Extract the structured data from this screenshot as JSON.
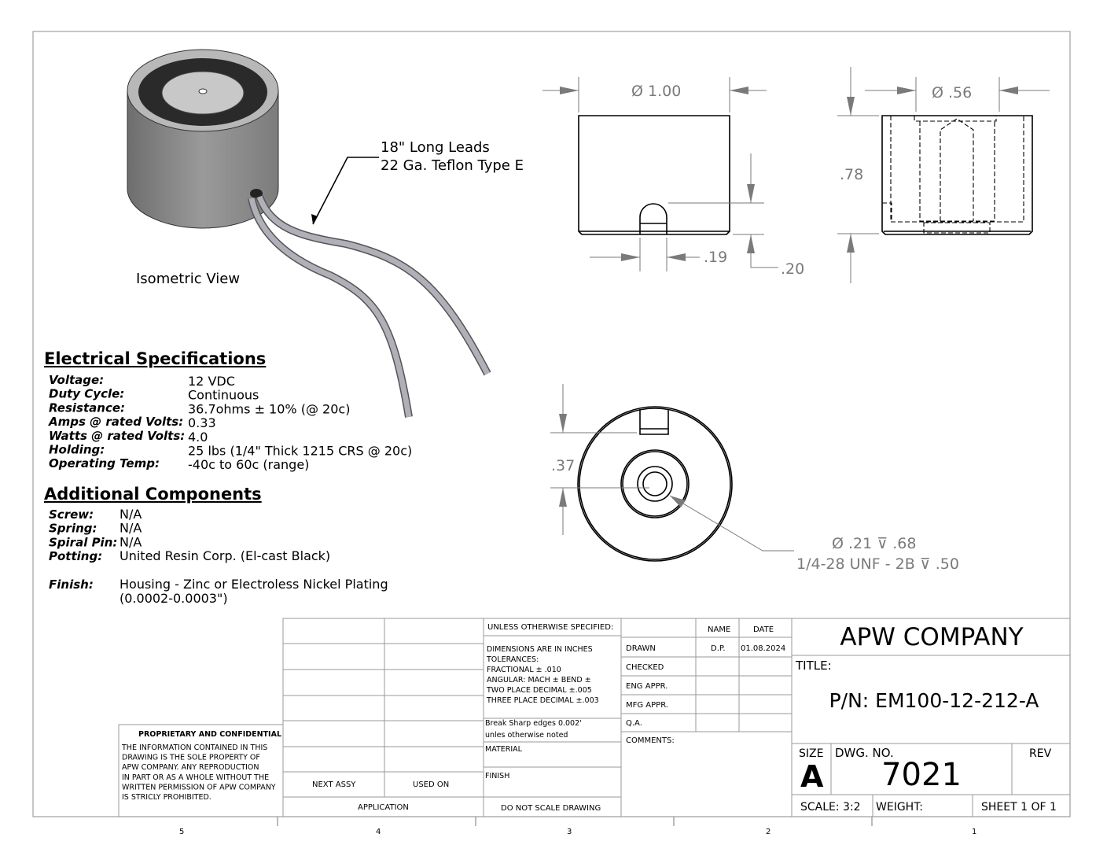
{
  "zones": [
    "5",
    "4",
    "3",
    "2",
    "1"
  ],
  "iso": {
    "view_label": "Isometric View",
    "lead_note_1": "18\" Long Leads",
    "lead_note_2": "22 Ga. Teflon Type E"
  },
  "dims": {
    "front_dia": "Ø 1.00",
    "slot_width": ".19",
    "slot_height": ".20",
    "side_dia": "Ø .56",
    "height": ".78",
    "bottom_offset": ".37",
    "hole_note_1": "Ø .21 ⊽ .68",
    "hole_note_2": "1/4-28 UNF - 2B ⊽ .50"
  },
  "electrical": {
    "heading": "Electrical Specifications",
    "rows": [
      {
        "k": "Voltage:",
        "v": "12 VDC"
      },
      {
        "k": "Duty Cycle:",
        "v": "Continuous"
      },
      {
        "k": "Resistance:",
        "v": "36.7ohms ± 10% (@ 20c)"
      },
      {
        "k": "Amps @ rated Volts:",
        "v": "0.33"
      },
      {
        "k": "Watts @ rated Volts:",
        "v": "4.0"
      },
      {
        "k": "Holding:",
        "v": "25 lbs (1/4\" Thick 1215 CRS @ 20c)"
      },
      {
        "k": "Operating Temp:",
        "v": "-40c to 60c (range)"
      }
    ]
  },
  "additional": {
    "heading": "Additional Components",
    "rows": [
      {
        "k": "Screw:",
        "v": "N/A"
      },
      {
        "k": "Spring:",
        "v": "N/A"
      },
      {
        "k": "Spiral Pin:",
        "v": "N/A"
      },
      {
        "k": "Potting:",
        "v": "United Resin Corp. (El-cast Black)"
      }
    ],
    "finish_k": "Finish:",
    "finish_v1": "Housing - Zinc or Electroless Nickel Plating",
    "finish_v2": "(0.0002-0.0003\")"
  },
  "title_block": {
    "proprietary_title": "PROPRIETARY AND CONFIDENTIAL",
    "proprietary_lines": [
      "THE INFORMATION CONTAINED IN THIS",
      "DRAWING IS THE SOLE PROPERTY OF",
      "APW COMPANY.  ANY REPRODUCTION",
      "IN PART OR AS A WHOLE WITHOUT THE",
      "WRITTEN PERMISSION OF APW COMPANY",
      "IS STRICLY PROHIBITED."
    ],
    "next_assy": "NEXT ASSY",
    "used_on": "USED ON",
    "application": "APPLICATION",
    "unless": "UNLESS OTHERWISE SPECIFIED:",
    "tolerances": [
      "DIMENSIONS ARE IN INCHES",
      "TOLERANCES:",
      "FRACTIONAL ± .010",
      "ANGULAR: MACH ±     BEND ±",
      "TWO PLACE DECIMAL    ±.005",
      "THREE PLACE DECIMAL   ±.003"
    ],
    "break_edges_1": "Break Sharp edges 0.002'",
    "break_edges_2": "unles otherwise noted",
    "material": "MATERIAL",
    "finish": "FINISH",
    "do_not_scale": "DO NOT SCALE DRAWING",
    "name_hdr": "NAME",
    "date_hdr": "DATE",
    "drawn": "DRAWN",
    "drawn_name": "D.P.",
    "drawn_date": "01.08.2024",
    "checked": "CHECKED",
    "eng_appr": "ENG APPR.",
    "mfg_appr": "MFG APPR.",
    "qa": "Q.A.",
    "comments": "COMMENTS:",
    "company": "APW COMPANY",
    "title_label": "TITLE:",
    "part_number": "P/N: EM100-12-212-A",
    "size_label": "SIZE",
    "size": "A",
    "dwg_no_label": "DWG.  NO.",
    "dwg_no": "7021",
    "rev_label": "REV",
    "scale": "SCALE: 3:2",
    "weight": "WEIGHT:",
    "sheet": "SHEET 1 OF 1"
  }
}
